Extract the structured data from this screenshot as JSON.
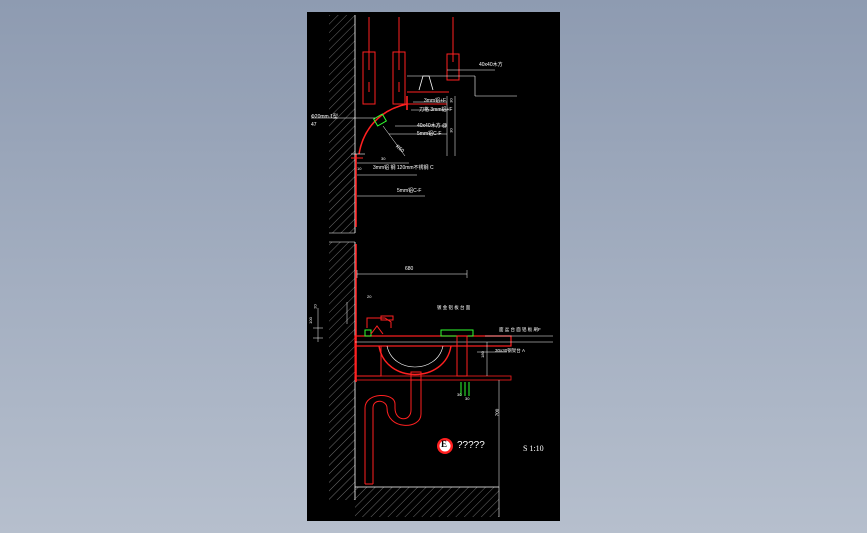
{
  "drawing": {
    "scale_label": "S 1:10",
    "marker_letter": "E",
    "marker_title": "?????",
    "annotations": {
      "a1": "40x40木方",
      "a2": "3mm铝+F",
      "a3": "刀格 3mm铝+F",
      "a4": "Ф20mm 1型",
      "a5": "47",
      "a6": "40x40木方 @",
      "a7": "5mm铝C-F",
      "a8": "R50",
      "a9": "3mm铝 钢 120mm不锈钢 C",
      "a10": "5mm铝C-F",
      "a11": "680",
      "a12": "镀 金 铝 板 台 面",
      "a13": "面 盆 台 面 铝 板 刷F",
      "a14": "30x30钢架台 A",
      "a15": "700"
    },
    "dims": {
      "d1": "30",
      "d2": "30",
      "d3": "30",
      "d4": "10",
      "d5": "100",
      "d6": "20",
      "d7": "180",
      "d8": "20",
      "d9": "30",
      "d10": "30"
    }
  }
}
